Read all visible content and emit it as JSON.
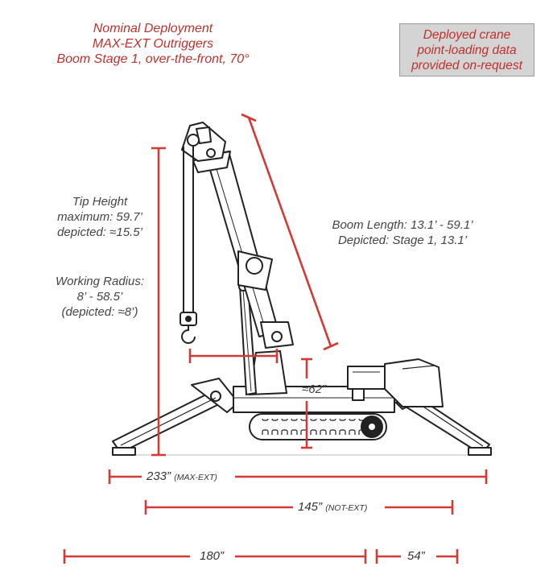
{
  "title": {
    "line1": "Nominal Deployment",
    "line2": "MAX-EXT Outriggers",
    "line3": "Boom Stage 1, over-the-front, 70°"
  },
  "callout": {
    "line1": "Deployed crane",
    "line2": "point-loading data",
    "line3": "provided on-request"
  },
  "tip_height": {
    "line1": "Tip Height",
    "line2": "maximum: 59.7’",
    "line3": "depicted: ≈15.5’"
  },
  "working_radius": {
    "line1": "Working Radius:",
    "line2": "8’ - 58.5’",
    "line3": "(depicted: ≈8’)"
  },
  "boom_length": {
    "line1": "Boom Length: 13.1’ - 59.1’",
    "line2": "Depicted: Stage 1, 13.1’"
  },
  "clearance": {
    "label": "≈62”"
  },
  "dimensions": {
    "max_ext": {
      "value": "233”",
      "qualifier": "(MAX-EXT)"
    },
    "not_ext": {
      "value": "145”",
      "qualifier": "(NOT-EXT)"
    },
    "length_180": {
      "value": "180”"
    },
    "length_54": {
      "value": "54”"
    }
  },
  "colors": {
    "dimension_red": "#d23a35",
    "title_red": "#c0302c",
    "callout_gray": "#d4d4d4",
    "label_gray": "#444444"
  }
}
